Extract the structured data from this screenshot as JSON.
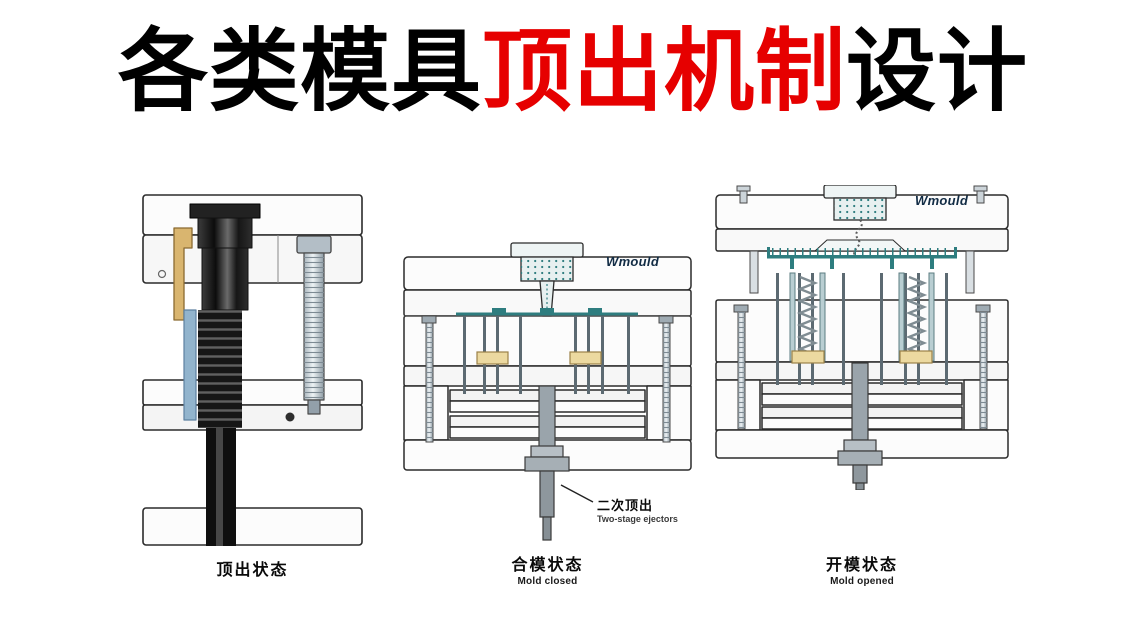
{
  "title": {
    "prefix": "各类模具",
    "highlight": "顶出机制",
    "suffix": "设计",
    "highlight_color": "#e60000",
    "text_color": "#000000"
  },
  "diagrams": {
    "ejection": {
      "caption_zh": "顶出状态"
    },
    "mold_closed": {
      "caption_zh": "合模状态",
      "caption_en": "Mold closed",
      "watermark": "Wmould",
      "annotation_zh": "二次顶出",
      "annotation_en": "Two-stage ejectors"
    },
    "mold_opened": {
      "caption_zh": "开模状态",
      "caption_en": "Mold opened",
      "watermark": "Wmould"
    }
  },
  "colors": {
    "part_teal": "#2e7d7f",
    "spacer_tan": "#ecd9a0",
    "watermark_navy": "#122c45",
    "background": "#ffffff"
  }
}
